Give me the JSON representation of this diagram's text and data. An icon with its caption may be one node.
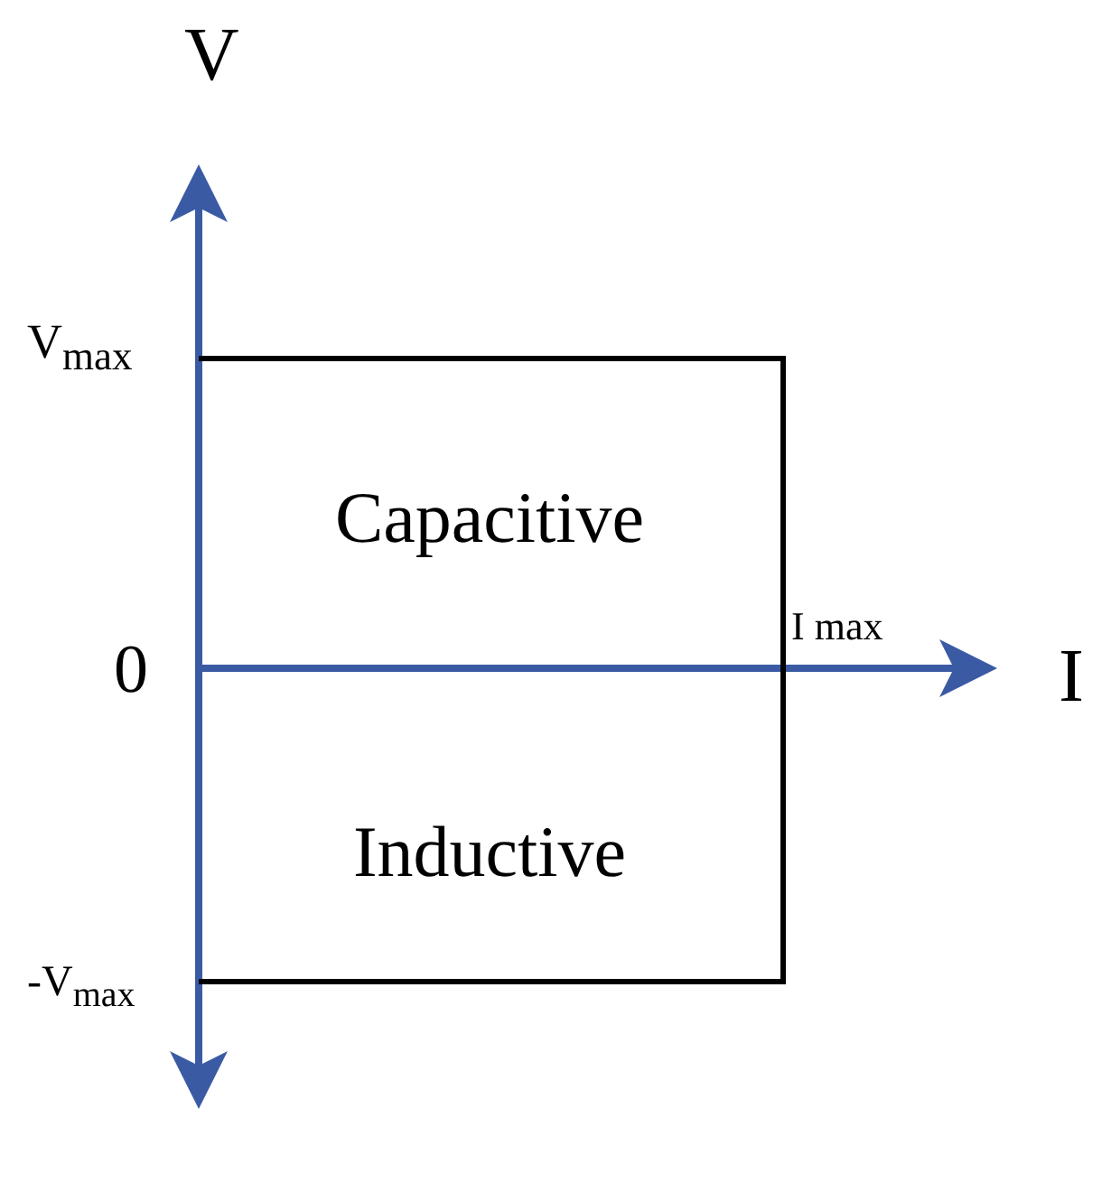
{
  "diagram": {
    "nodes": [
      {
        "text": [
          "Capacitive"
        ]
      },
      {
        "text": [
          "Inductive"
        ]
      }
    ],
    "labels": [
      "V",
      "V$_{max}$",
      "0",
      "I max",
      "I",
      "-V$_{max}$"
    ]
  }
}
